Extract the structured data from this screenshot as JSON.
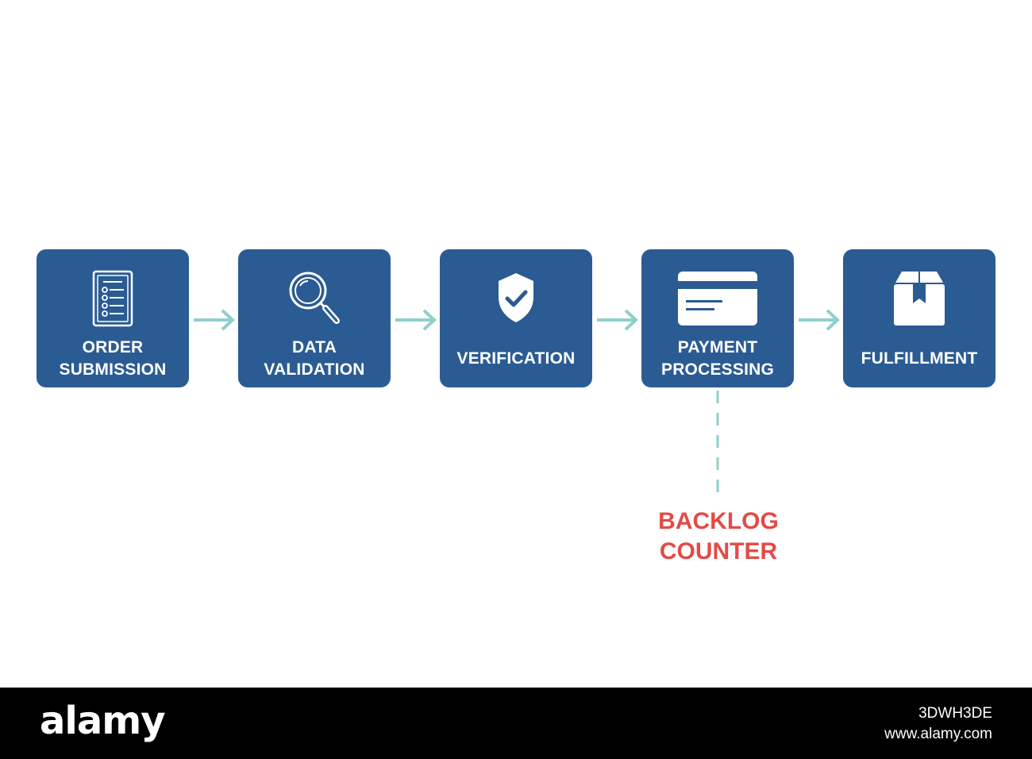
{
  "diagram": {
    "steps": [
      {
        "label": "ORDER\nSUBMISSION",
        "icon": "checklist-document-icon"
      },
      {
        "label": "DATA\nVALIDATION",
        "icon": "magnifying-glass-icon"
      },
      {
        "label": "VERIFICATION",
        "icon": "shield-check-icon"
      },
      {
        "label": "PAYMENT\nPROCESSING",
        "icon": "credit-card-icon"
      },
      {
        "label": "FULFILLMENT",
        "icon": "package-box-icon"
      }
    ],
    "annotation": "BACKLOG\nCOUNTER",
    "colors": {
      "box": "#2b5b93",
      "arrow": "#8fcfcc",
      "annotation": "#e24b47"
    }
  },
  "footer": {
    "brand": "alamy",
    "image_id": "3DWH3DE",
    "site": "www.alamy.com"
  }
}
